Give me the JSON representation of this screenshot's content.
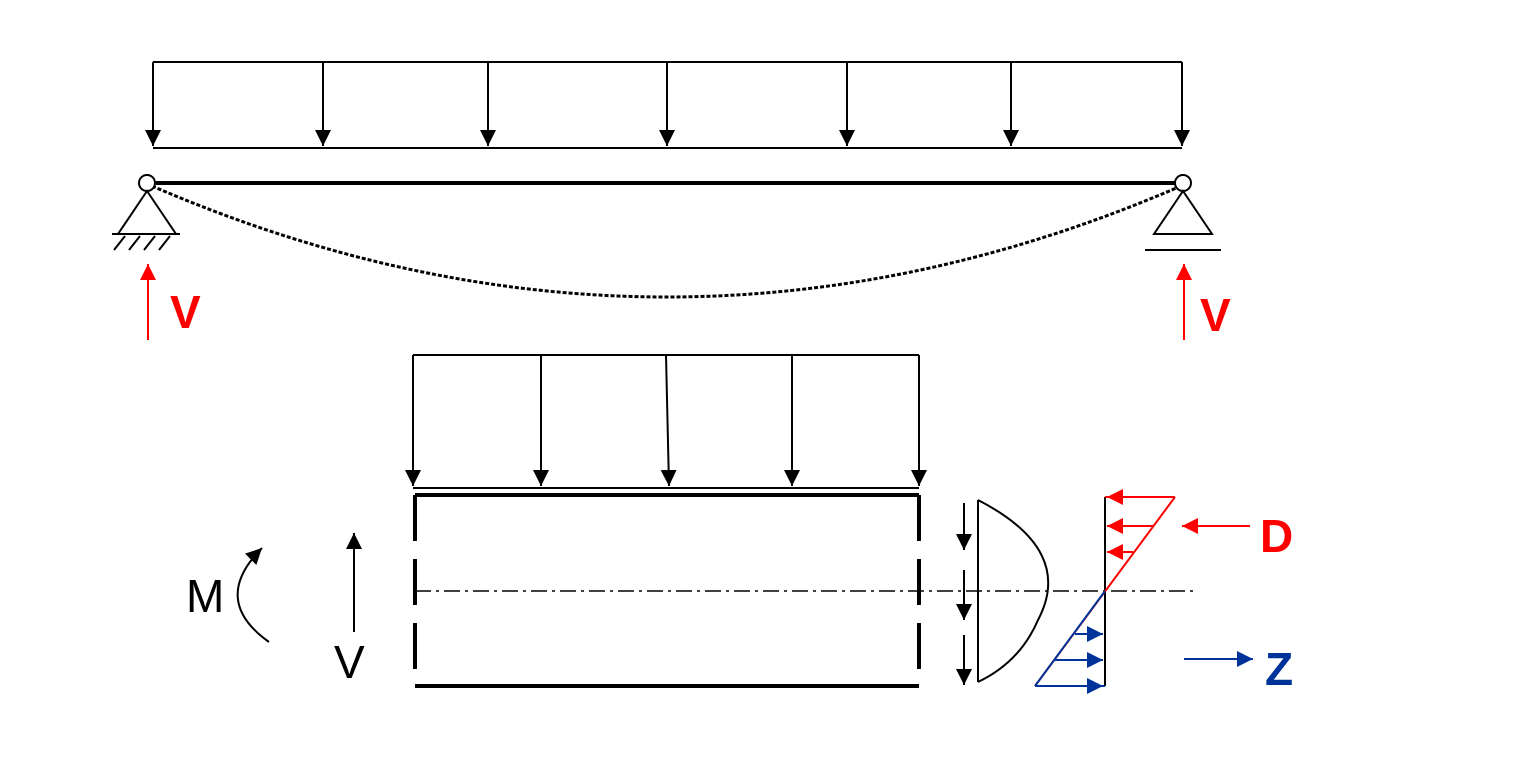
{
  "labels": {
    "reaction_left": "V",
    "reaction_right": "V",
    "moment": "M",
    "shear": "V",
    "compression": "D",
    "tension": "Z"
  },
  "colors": {
    "ink": "#000000",
    "compression": "#ff0000",
    "tension": "#003399"
  }
}
